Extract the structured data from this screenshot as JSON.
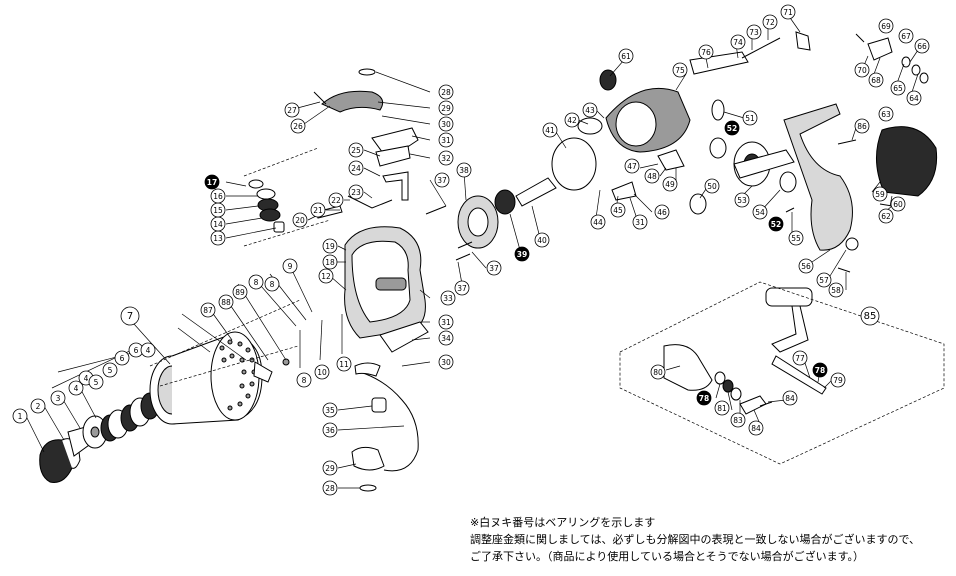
{
  "labels": [
    {
      "n": "1",
      "filled": false
    },
    {
      "n": "2",
      "filled": false
    },
    {
      "n": "3",
      "filled": false
    },
    {
      "n": "4",
      "filled": false
    },
    {
      "n": "4",
      "filled": false
    },
    {
      "n": "5",
      "filled": false
    },
    {
      "n": "5",
      "filled": false
    },
    {
      "n": "6",
      "filled": false
    },
    {
      "n": "6",
      "filled": false
    },
    {
      "n": "4",
      "filled": false
    },
    {
      "n": "7",
      "filled": false
    },
    {
      "n": "87",
      "filled": false
    },
    {
      "n": "88",
      "filled": false
    },
    {
      "n": "89",
      "filled": false
    },
    {
      "n": "8",
      "filled": false
    },
    {
      "n": "8",
      "filled": false
    },
    {
      "n": "8",
      "filled": false
    },
    {
      "n": "9",
      "filled": false
    },
    {
      "n": "10",
      "filled": false
    },
    {
      "n": "11",
      "filled": false
    },
    {
      "n": "12",
      "filled": false
    },
    {
      "n": "13",
      "filled": false
    },
    {
      "n": "14",
      "filled": false
    },
    {
      "n": "15",
      "filled": false
    },
    {
      "n": "16",
      "filled": false
    },
    {
      "n": "17",
      "filled": true
    },
    {
      "n": "18",
      "filled": false
    },
    {
      "n": "19",
      "filled": false
    },
    {
      "n": "20",
      "filled": false
    },
    {
      "n": "21",
      "filled": false
    },
    {
      "n": "22",
      "filled": false
    },
    {
      "n": "23",
      "filled": false
    },
    {
      "n": "24",
      "filled": false
    },
    {
      "n": "25",
      "filled": false
    },
    {
      "n": "26",
      "filled": false
    },
    {
      "n": "27",
      "filled": false
    },
    {
      "n": "28",
      "filled": false
    },
    {
      "n": "29",
      "filled": false
    },
    {
      "n": "30",
      "filled": false
    },
    {
      "n": "31",
      "filled": false
    },
    {
      "n": "32",
      "filled": false
    },
    {
      "n": "33",
      "filled": false
    },
    {
      "n": "31",
      "filled": false
    },
    {
      "n": "34",
      "filled": false
    },
    {
      "n": "30",
      "filled": false
    },
    {
      "n": "35",
      "filled": false
    },
    {
      "n": "36",
      "filled": false
    },
    {
      "n": "29",
      "filled": false
    },
    {
      "n": "28",
      "filled": false
    },
    {
      "n": "37",
      "filled": false
    },
    {
      "n": "38",
      "filled": false
    },
    {
      "n": "37",
      "filled": false
    },
    {
      "n": "37",
      "filled": false
    },
    {
      "n": "39",
      "filled": true
    },
    {
      "n": "40",
      "filled": false
    },
    {
      "n": "41",
      "filled": false
    },
    {
      "n": "42",
      "filled": false
    },
    {
      "n": "43",
      "filled": false
    },
    {
      "n": "44",
      "filled": false
    },
    {
      "n": "45",
      "filled": false
    },
    {
      "n": "31",
      "filled": false
    },
    {
      "n": "46",
      "filled": false
    },
    {
      "n": "47",
      "filled": false
    },
    {
      "n": "48",
      "filled": false
    },
    {
      "n": "49",
      "filled": false
    },
    {
      "n": "50",
      "filled": false
    },
    {
      "n": "61",
      "filled": false
    },
    {
      "n": "75",
      "filled": false
    },
    {
      "n": "76",
      "filled": false
    },
    {
      "n": "74",
      "filled": false
    },
    {
      "n": "73",
      "filled": false
    },
    {
      "n": "72",
      "filled": false
    },
    {
      "n": "71",
      "filled": false
    },
    {
      "n": "51",
      "filled": false
    },
    {
      "n": "52",
      "filled": true
    },
    {
      "n": "53",
      "filled": false
    },
    {
      "n": "54",
      "filled": false
    },
    {
      "n": "52",
      "filled": true
    },
    {
      "n": "55",
      "filled": false
    },
    {
      "n": "56",
      "filled": false
    },
    {
      "n": "57",
      "filled": false
    },
    {
      "n": "58",
      "filled": false
    },
    {
      "n": "86",
      "filled": false
    },
    {
      "n": "63",
      "filled": false
    },
    {
      "n": "59",
      "filled": false
    },
    {
      "n": "60",
      "filled": false
    },
    {
      "n": "62",
      "filled": false
    },
    {
      "n": "69",
      "filled": false
    },
    {
      "n": "67",
      "filled": false
    },
    {
      "n": "66",
      "filled": false
    },
    {
      "n": "70",
      "filled": false
    },
    {
      "n": "68",
      "filled": false
    },
    {
      "n": "65",
      "filled": false
    },
    {
      "n": "64",
      "filled": false
    },
    {
      "n": "85",
      "filled": false
    },
    {
      "n": "77",
      "filled": false
    },
    {
      "n": "78",
      "filled": true
    },
    {
      "n": "79",
      "filled": false
    },
    {
      "n": "80",
      "filled": false
    },
    {
      "n": "78",
      "filled": true
    },
    {
      "n": "81",
      "filled": false
    },
    {
      "n": "83",
      "filled": false
    },
    {
      "n": "84",
      "filled": false
    },
    {
      "n": "84",
      "filled": false
    }
  ],
  "notes": {
    "line1": "※白ヌキ番号はベアリングを示します",
    "line2": "調整座金類に関しましては、必ずしも分解図中の表現と一致しない場合がございますので、",
    "line3": "ご了承下さい。（商品により使用している場合とそうでない場合がございます。）"
  },
  "colors": {
    "ink": "#000000",
    "paper": "#ffffff",
    "part_shade": "#9a9a9a"
  }
}
